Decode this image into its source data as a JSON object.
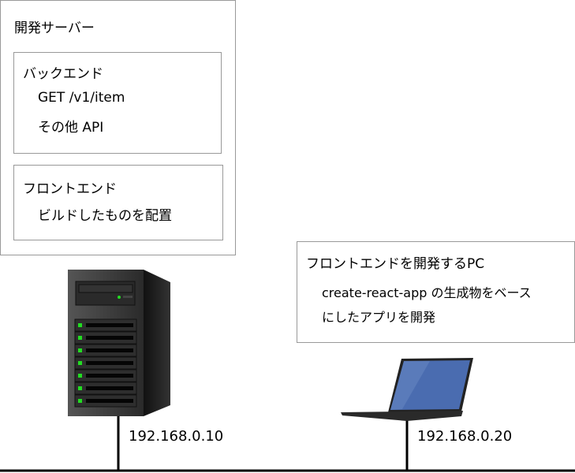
{
  "dev_server": {
    "title": "開発サーバー",
    "backend": {
      "title": "バックエンド",
      "items": [
        "GET /v1/item",
        "その他 API"
      ]
    },
    "frontend": {
      "title": "フロントエンド",
      "items": [
        "ビルドしたものを配置"
      ]
    },
    "ip": "192.168.0.10"
  },
  "dev_pc": {
    "title": "フロントエンドを開発するPC",
    "lines": [
      "create-react-app の生成物をベース",
      "にしたアプリを開発"
    ],
    "ip": "192.168.0.20"
  },
  "colors": {
    "led": "#22dd22",
    "screen": "#4a6cb0"
  }
}
